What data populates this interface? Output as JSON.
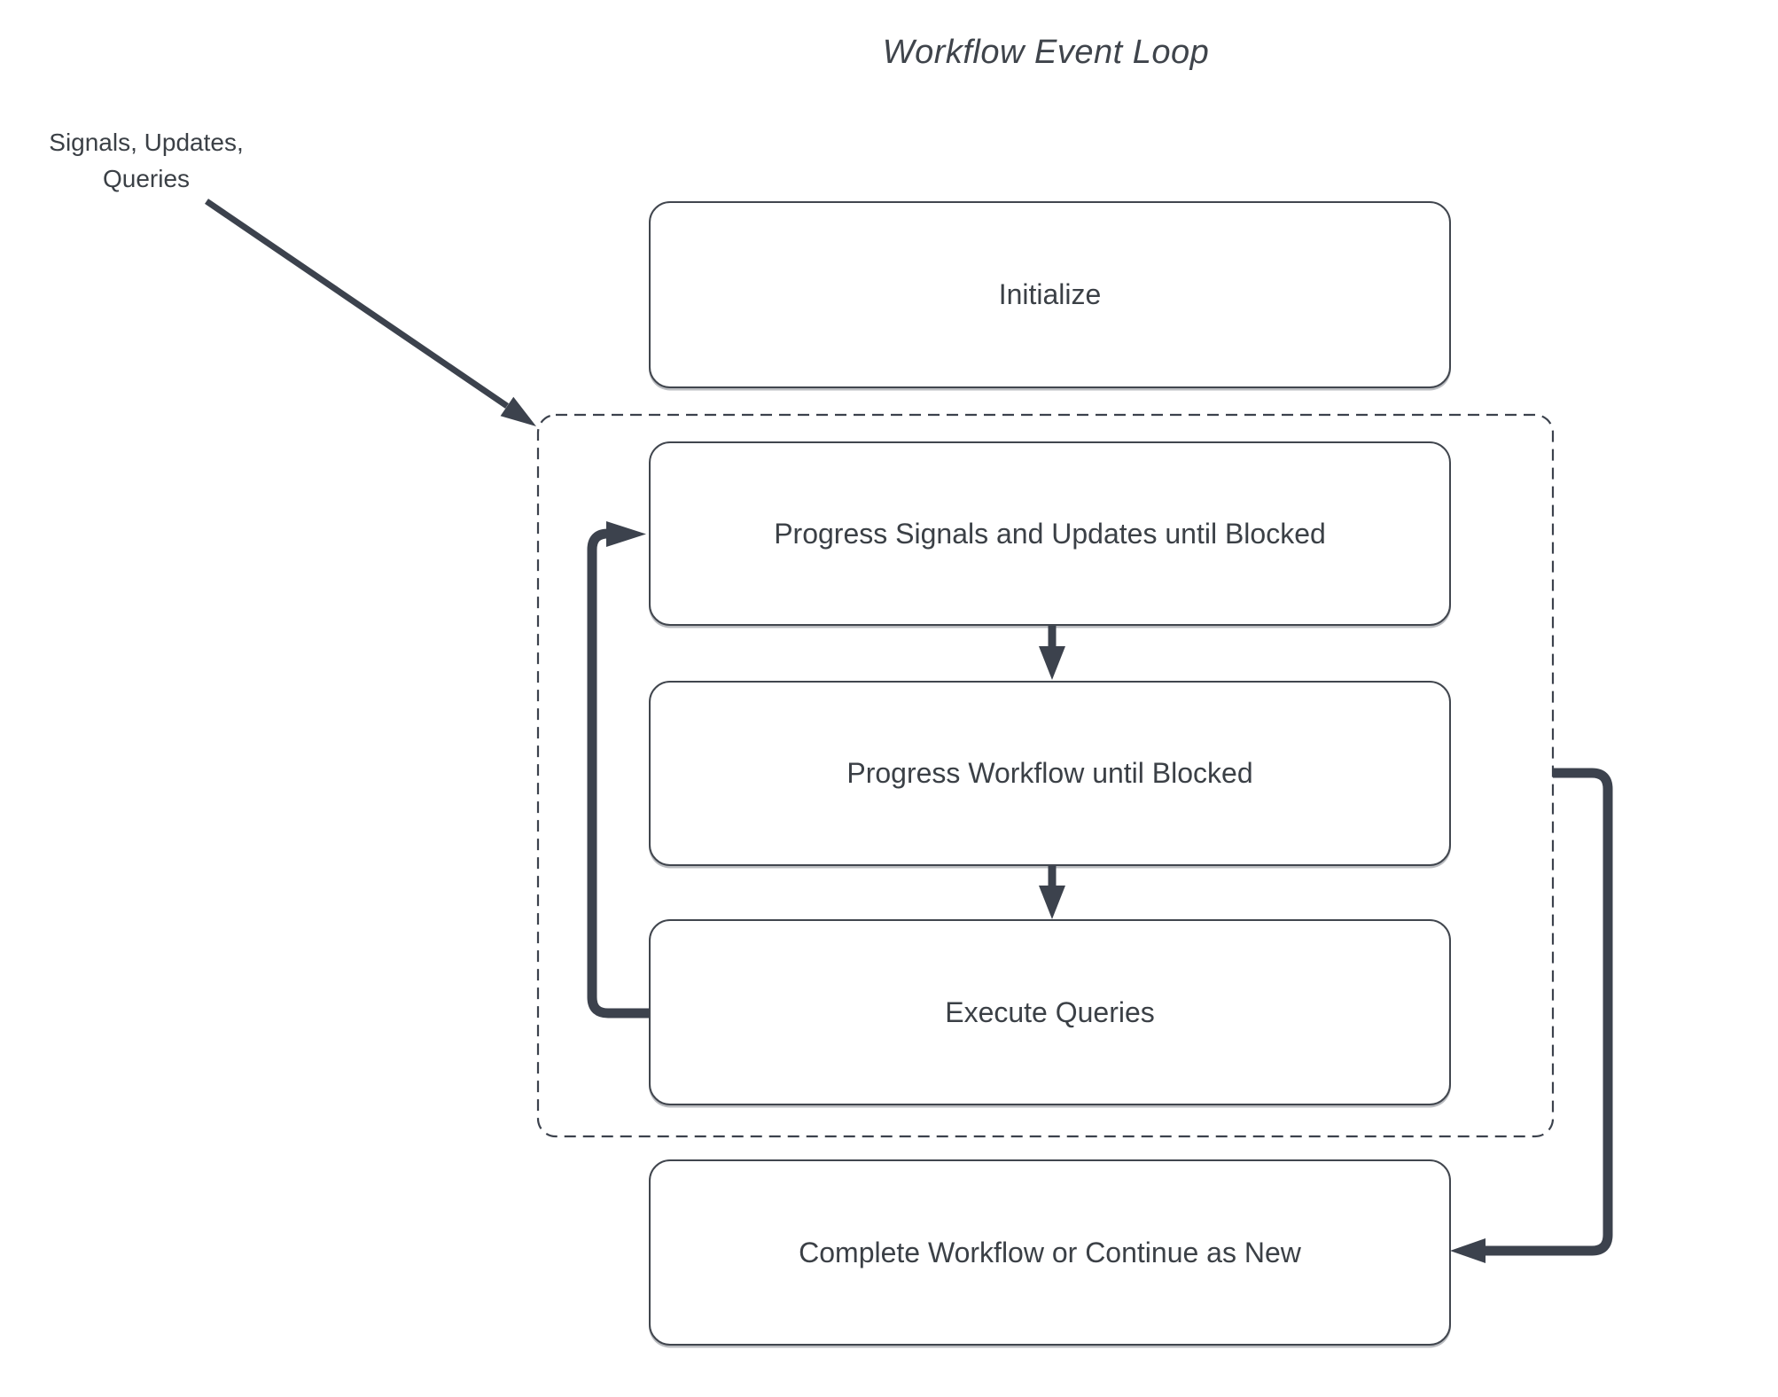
{
  "title": "Workflow Event Loop",
  "side_label": "Signals, Updates,\nQueries",
  "nodes": [
    {
      "id": "initialize",
      "label": "Initialize"
    },
    {
      "id": "progress-signals",
      "label": "Progress Signals and Updates until Blocked"
    },
    {
      "id": "progress-workflow",
      "label": "Progress Workflow until Blocked"
    },
    {
      "id": "execute-queries",
      "label": "Execute Queries"
    },
    {
      "id": "complete",
      "label": "Complete Workflow or Continue as New"
    }
  ],
  "event_loop_region": {
    "style": "dashed",
    "contains": [
      "progress-signals",
      "progress-workflow",
      "execute-queries"
    ]
  },
  "edges": [
    {
      "from": "signals-updates-queries-label",
      "to": "event-loop-region",
      "style": "thin-diagonal-arrow"
    },
    {
      "from": "progress-signals",
      "to": "progress-workflow",
      "style": "down-arrow"
    },
    {
      "from": "progress-workflow",
      "to": "execute-queries",
      "style": "down-arrow"
    },
    {
      "from": "execute-queries",
      "to": "progress-signals",
      "style": "thick-loop-back-arrow"
    },
    {
      "from": "event-loop-region",
      "to": "complete",
      "style": "thick-exit-arrow"
    }
  ],
  "colors": {
    "background": "#ffffff",
    "ink": "#3c424d",
    "node_border": "#41464e",
    "text": "#3b4046"
  }
}
